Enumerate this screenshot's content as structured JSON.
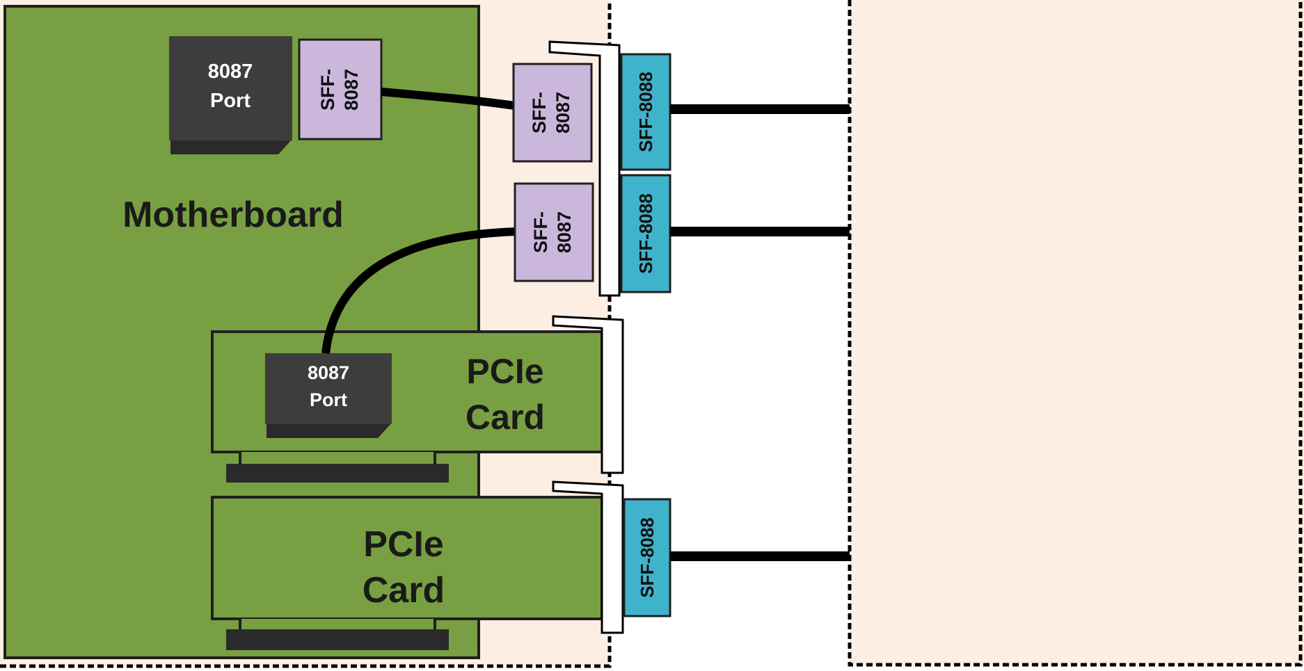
{
  "motherboard": {
    "label": "Motherboard",
    "port_line1": "8087",
    "port_line2": "Port",
    "connector_line1": "SFF-",
    "connector_line2": "8087"
  },
  "bracket_top": {
    "conn1_line1": "SFF-",
    "conn1_line2": "8087",
    "conn2_line1": "SFF-",
    "conn2_line2": "8087",
    "ext1": "SFF-8088",
    "ext2": "SFF-8088"
  },
  "pcie_card_1": {
    "label_line1": "PCIe",
    "label_line2": "Card",
    "port_line1": "8087",
    "port_line2": "Port"
  },
  "pcie_card_2": {
    "label_line1": "PCIe",
    "label_line2": "Card",
    "ext": "SFF-8088"
  },
  "colors": {
    "board_green": "#78a042",
    "case_bg": "#fdeee3",
    "port_dark": "#3d3d3d",
    "sff8087_purple": "#cbb7dc",
    "sff8088_cyan": "#3fb3cc"
  }
}
